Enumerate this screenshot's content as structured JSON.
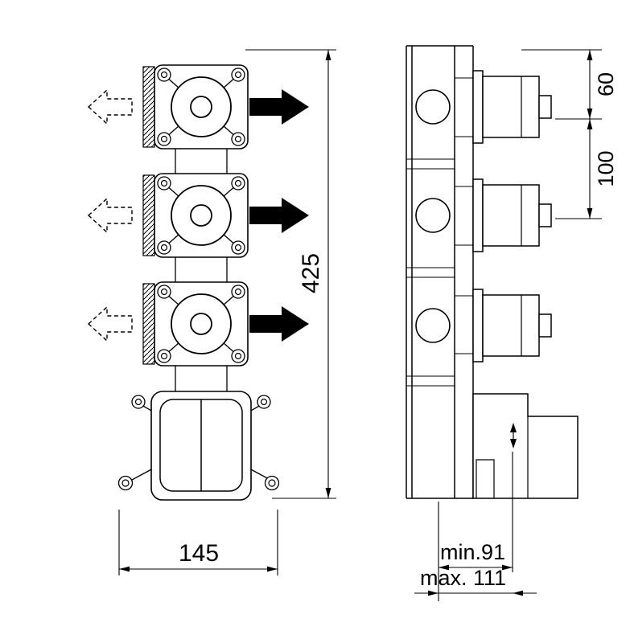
{
  "drawing": {
    "type": "technical-installation-drawing",
    "subject": "concealed-3-way-thermostat-rough-in-valve",
    "colors": {
      "line": "#000000",
      "background": "#ffffff"
    },
    "dimensions": {
      "height": "425",
      "width": "145",
      "top_offset": "60",
      "port_spacing": "100",
      "depth_min": "min.91",
      "depth_max": "max. 111"
    }
  }
}
